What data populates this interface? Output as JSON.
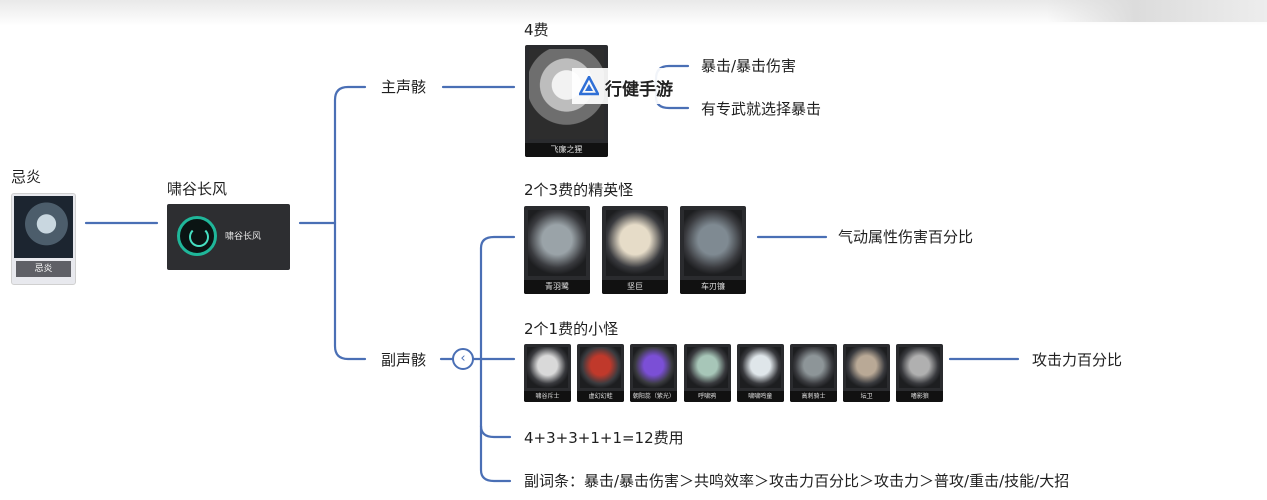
{
  "nodes": {
    "character": "忌炎",
    "character_tag": "忌炎",
    "sonata": "啸谷长风",
    "sonata_card": "啸谷长风",
    "main_echo": "主声骸",
    "main_cost": "4费",
    "main_echo_name": "飞廉之猩",
    "main_stat": "暴击/暴击伤害",
    "main_note": "有专武就选择暴击",
    "sub_echo": "副声骸",
    "elite_header": "2个3费的精英怪",
    "elite_stat": "气动属性伤害百分比",
    "minion_header": "2个1费的小怪",
    "minion_stat": "攻击力百分比",
    "cost_formula": "4+3+3+1+1=12费用",
    "substats": "副词条：暴击/暴击伤害＞共鸣效率＞攻击力百分比＞攻击力＞普攻/重击/技能/大招"
  },
  "elites": [
    {
      "name": "青羽鹭",
      "color": "#9aa3a8"
    },
    {
      "name": "坚巨",
      "color": "#e6dcc8"
    },
    {
      "name": "车刃镰",
      "color": "#7f8a92"
    }
  ],
  "minions": [
    {
      "name": "啸谷斥士",
      "color": "#d9d9d9"
    },
    {
      "name": "虚幻幻蛙",
      "color": "#c0392b"
    },
    {
      "name": "朝阳蕊（紫光）",
      "color": "#7b4fd6"
    },
    {
      "name": "呼啸鸦",
      "color": "#a7c6b8"
    },
    {
      "name": "啸啸鸣童",
      "color": "#dfe6ea"
    },
    {
      "name": "高刺骑士",
      "color": "#8d9598"
    },
    {
      "name": "坛卫",
      "color": "#b9a996"
    },
    {
      "name": "嗜影狼",
      "color": "#b0b0b0"
    }
  ],
  "watermark": "行健手游",
  "colors": {
    "line": "#4a6fb5",
    "card": "#2a2b2e",
    "accent": "#1fb79a"
  }
}
